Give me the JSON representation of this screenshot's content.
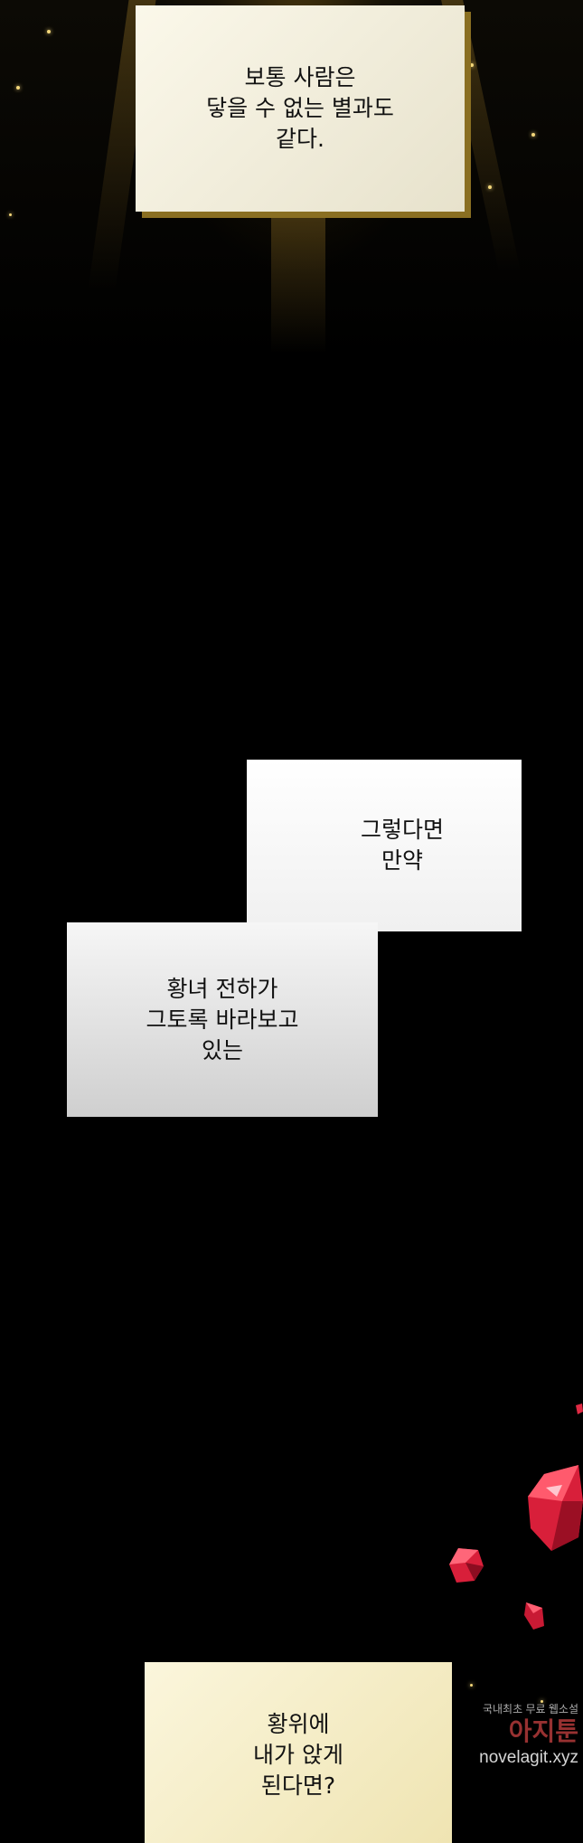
{
  "panels": {
    "narration1": "보통 사람은\n닿을 수 없는 별과도\n같다.",
    "narration2": "그렇다면\n만약",
    "narration3": "황녀 전하가\n그토록 바라보고\n있는",
    "narration4": "황위에\n내가 앉게\n된다면?"
  },
  "watermark": {
    "tagline": "국내최초 무료 웹소설",
    "brand": "아지툰",
    "url": "novelagit.xyz"
  },
  "colors": {
    "background": "#000000",
    "gold_glow": "#f3d77a",
    "gem_red": "#d81f3a"
  }
}
